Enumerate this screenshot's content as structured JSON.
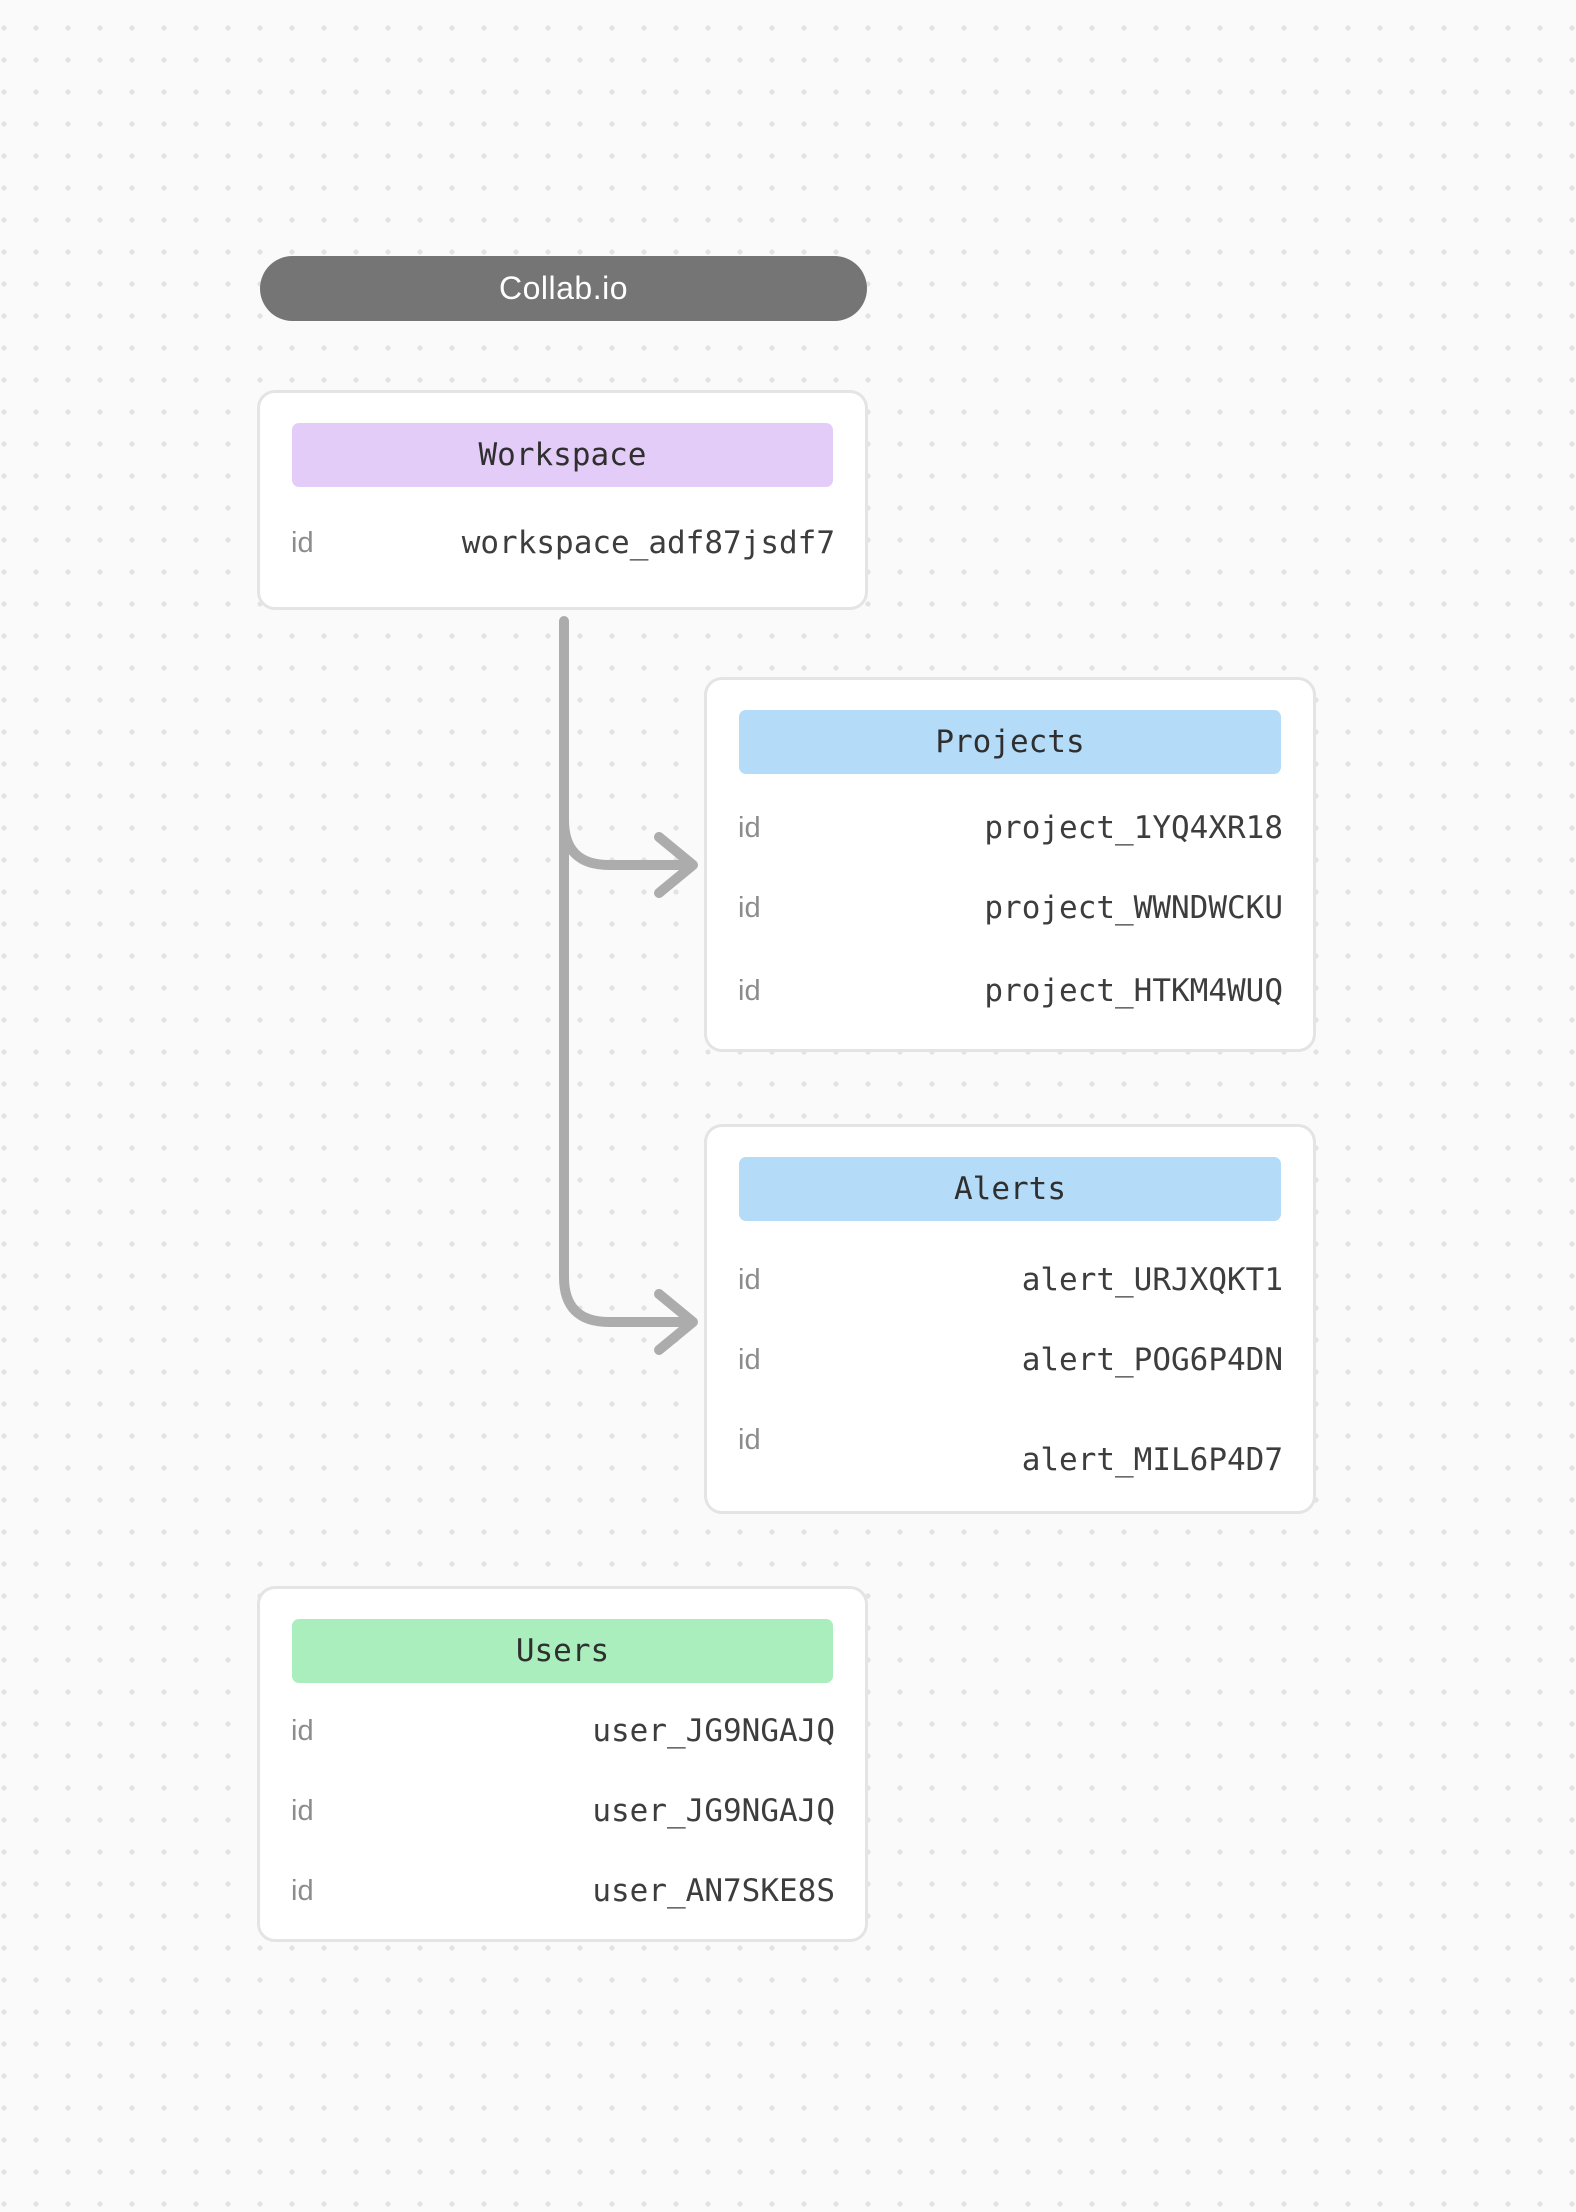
{
  "app": {
    "title": "Collab.io"
  },
  "diagram": {
    "workspace": {
      "title": "Workspace",
      "header_color": "#e3cdf8",
      "rows": [
        {
          "label": "id",
          "value": "workspace_adf87jsdf7"
        }
      ]
    },
    "projects": {
      "title": "Projects",
      "header_color": "#b4dcf8",
      "rows": [
        {
          "label": "id",
          "value": "project_1YQ4XR18"
        },
        {
          "label": "id",
          "value": "project_WWNDWCKU"
        },
        {
          "label": "id",
          "value": "project_HTKM4WUQ"
        }
      ]
    },
    "alerts": {
      "title": "Alerts",
      "header_color": "#b4dcf8",
      "rows": [
        {
          "label": "id",
          "value": "alert_URJXQKT1"
        },
        {
          "label": "id",
          "value": "alert_POG6P4DN"
        },
        {
          "label": "id",
          "value": "alert_MIL6P4D7"
        }
      ]
    },
    "users": {
      "title": "Users",
      "header_color": "#aaeebd",
      "rows": [
        {
          "label": "id",
          "value": "user_JG9NGAJQ"
        },
        {
          "label": "id",
          "value": "user_JG9NGAJQ"
        },
        {
          "label": "id",
          "value": "user_AN7SKE8S"
        }
      ]
    }
  },
  "connections": [
    {
      "from": "Workspace",
      "to": "Projects"
    },
    {
      "from": "Workspace",
      "to": "Alerts"
    }
  ],
  "colors": {
    "background": "#fafafa",
    "dot_grid": "#e3e3e3",
    "pill_bg": "#757575",
    "pill_text": "#ffffff",
    "card_bg": "#ffffff",
    "card_border": "#e4e4e4",
    "connector": "#acacac",
    "label_text": "#8c8c8c",
    "value_text": "#3d3d3d",
    "header_text": "#2f2f2f"
  }
}
